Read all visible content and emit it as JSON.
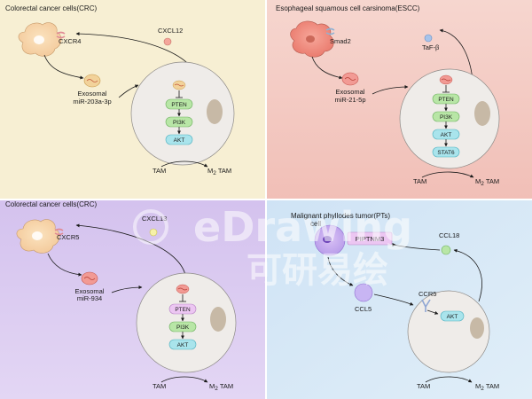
{
  "panels": {
    "crc_203": {
      "title": "Colorectal cancer cells(CRC)",
      "receptor": "CXCR4",
      "ligand": "CXCL12",
      "exosome_line1": "Exosomal",
      "exosome_line2": "miR-203a-3p",
      "pathway": [
        "PTEN",
        "PI3K",
        "AKT"
      ],
      "tam": "TAM",
      "m2_main": "M",
      "m2_sub": "2",
      "m2_tail": " TAM",
      "bg": "#f7efd3"
    },
    "escc": {
      "title": "Esophageal squamous cell carsinoma(ESCC)",
      "receptor": "Smad2",
      "ligand": "TaF-β",
      "exosome_line1": "Exosomal",
      "exosome_line2": "miR-21-5p",
      "pathway": [
        "PTEN",
        "PI3K",
        "AKT",
        "STAT6"
      ],
      "tam": "TAM",
      "m2_main": "M",
      "m2_sub": "2",
      "m2_tail": " TAM",
      "bg": "#f4cbc3"
    },
    "crc_934": {
      "title": "Colorectal cancer cells(CRC)",
      "receptor": "CXCR5",
      "ligand": "CXCL13",
      "exosome_line1": "Exosomal",
      "exosome_line2": "miR-934",
      "pathway": [
        "PTEN",
        "PI3K",
        "AKT"
      ],
      "tam": "TAM",
      "m2_main": "M",
      "m2_sub": "2",
      "m2_tail": " TAM",
      "bg": "#dccdf0"
    },
    "pts": {
      "title_line1": "Malignant phyllodes tumor(PTs)",
      "title_line2": "cell",
      "box": "PIPTNM3",
      "ligand_left": "CCL5",
      "receptor": "CCR5",
      "ligand_top": "CCL18",
      "pathway": [
        "AKT"
      ],
      "tam": "TAM",
      "m2_main": "M",
      "m2_sub": "2",
      "m2_tail": " TAM",
      "bg": "#d3e6f5"
    }
  },
  "watermark": {
    "latin": "eDrawing",
    "cjk": "可研易绘"
  },
  "colors": {
    "green_node": "#b8e6a6",
    "cyan_node": "#a9e4ec",
    "pink_node": "#ecc6f2",
    "macrophage": "#efece9",
    "nucleus": "#c7b9a6"
  }
}
